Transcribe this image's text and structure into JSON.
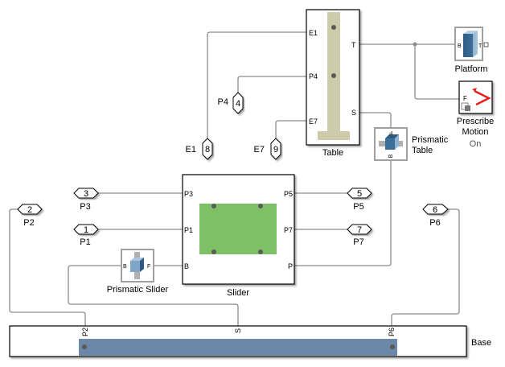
{
  "diagram": {
    "blocks": {
      "table": {
        "name": "Table",
        "ports_left": [
          "E1",
          "P4",
          "E7"
        ],
        "ports_right": [
          "T",
          "S"
        ]
      },
      "platform": {
        "name": "Platform",
        "port_left": "B",
        "port_right": "T"
      },
      "prescribe_motion": {
        "name_line1": "Prescribe",
        "name_line2": "Motion",
        "status": "On",
        "port_left": "F"
      },
      "prismatic_table": {
        "name_line1": "Prismatic",
        "name_line2": "Table",
        "port_top": "F",
        "port_bottom": "B"
      },
      "slider": {
        "name": "Slider",
        "ports_left": [
          "P3",
          "P1",
          "B"
        ],
        "ports_right": [
          "P5",
          "P7",
          "P"
        ]
      },
      "prismatic_slider": {
        "name": "Prismatic Slider",
        "port_left": "B",
        "port_right": "F"
      },
      "base": {
        "name": "Base",
        "ports_top": [
          "P2",
          "S",
          "P6"
        ]
      }
    },
    "connection_ports": [
      {
        "number": "8",
        "label": "E1"
      },
      {
        "number": "4",
        "label": "P4"
      },
      {
        "number": "9",
        "label": "E7"
      },
      {
        "number": "3",
        "label": "P3"
      },
      {
        "number": "1",
        "label": "P1"
      },
      {
        "number": "2",
        "label": "P2"
      },
      {
        "number": "5",
        "label": "P5"
      },
      {
        "number": "7",
        "label": "P7"
      },
      {
        "number": "6",
        "label": "P6"
      }
    ],
    "colors": {
      "wire": "#8c8c8c",
      "table_body": "#cdcbaa",
      "slider_plate": "#7dc065",
      "base_plate": "#6c88a8",
      "frame_dot": "#5a5a5a",
      "motion_arrow": "#e8211d"
    }
  }
}
